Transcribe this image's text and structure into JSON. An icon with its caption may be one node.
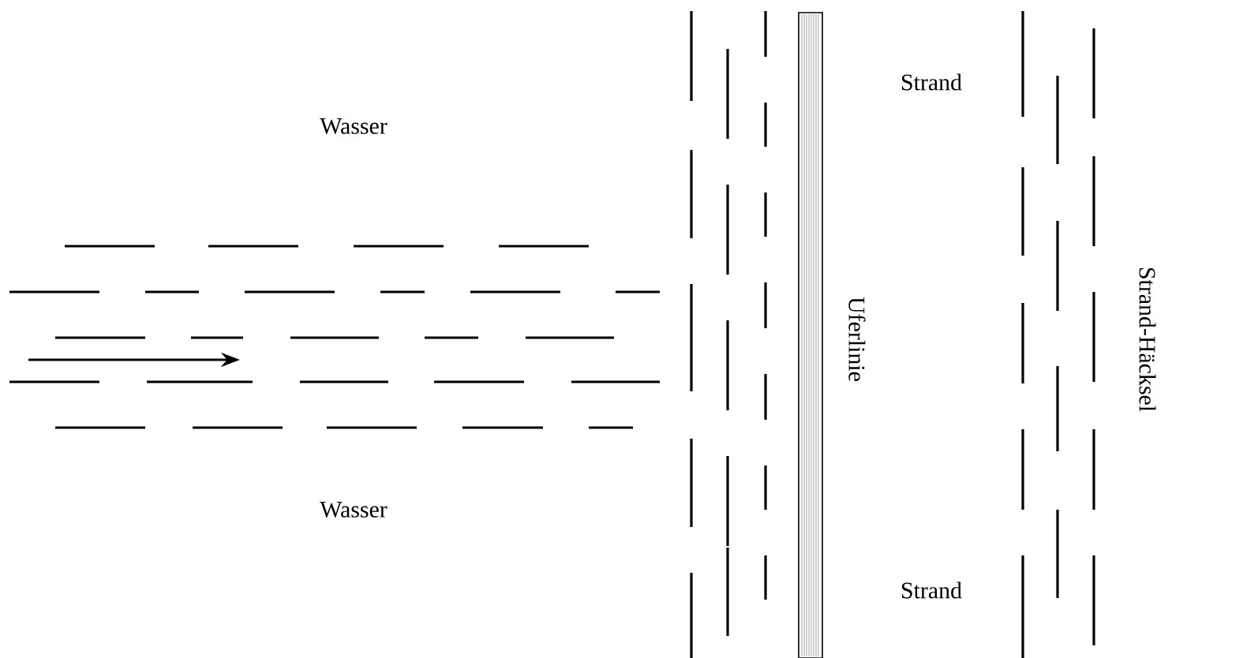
{
  "diagram": {
    "labels": [
      "Wasser",
      "Strand",
      "Uferlinie",
      "Strand-Häcksel",
      "Wasser",
      "Strand"
    ]
  }
}
